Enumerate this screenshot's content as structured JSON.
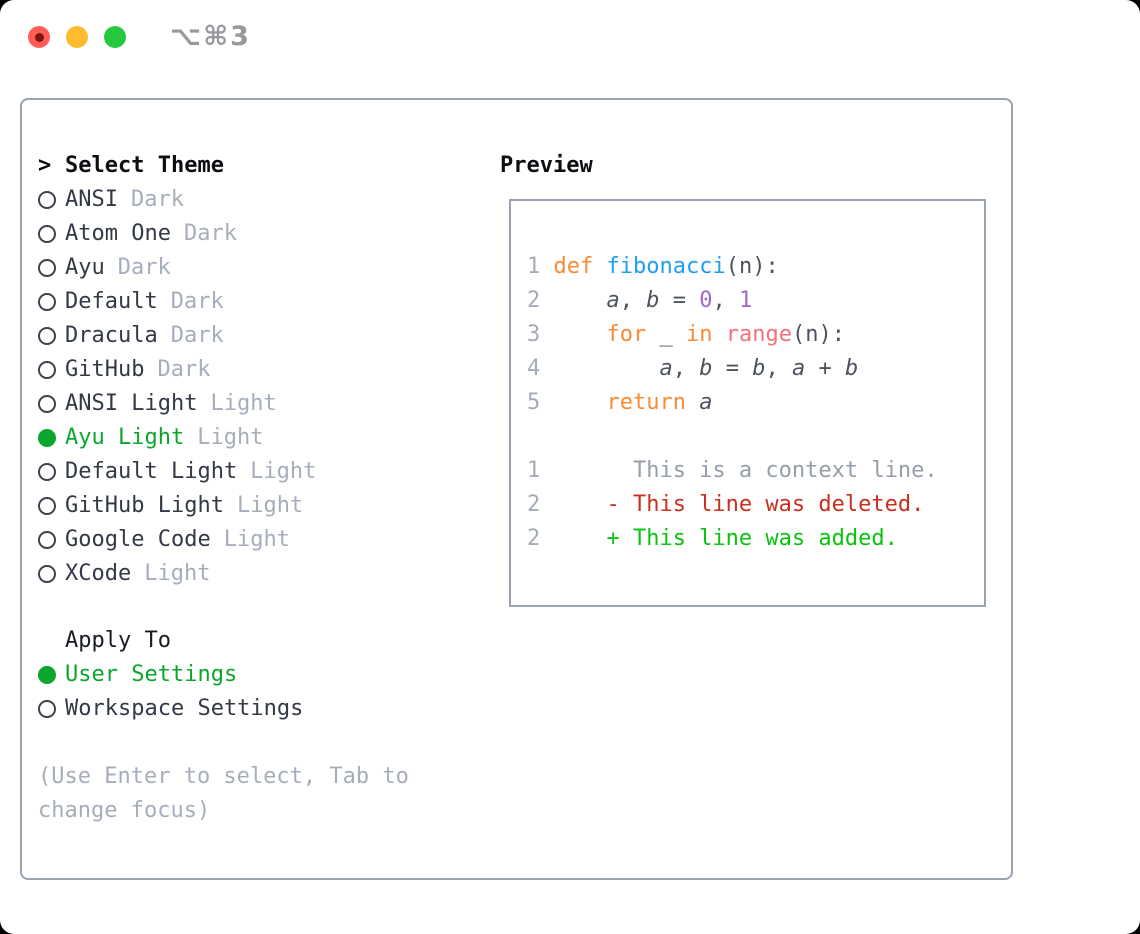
{
  "titlebar": {
    "shortcut": "⌥⌘3",
    "traffic_lights": [
      "close",
      "minimize",
      "zoom"
    ]
  },
  "palette": {
    "border_gray": "#9aa3b0",
    "selection_green": "#0ca62f",
    "diff_added_green": "#09c30f",
    "diff_deleted_red": "#c9301f",
    "keyword_orange": "#fa8b35",
    "function_blue": "#1da0f2",
    "builtin_coral": "#f3717b",
    "number_purple": "#a266d2",
    "code_foreground": "#4e545e",
    "muted_gray": "#a6aebb",
    "line_number_gray": "#a4acb8",
    "traffic_red": "#ff5d55",
    "traffic_yellow": "#febb2e",
    "traffic_green": "#27c83f"
  },
  "theme_panel": {
    "header": {
      "prefix": ">",
      "label": "Select Theme"
    },
    "items": [
      {
        "name": "ANSI",
        "variant": "Dark",
        "selected": false
      },
      {
        "name": "Atom One",
        "variant": "Dark",
        "selected": false
      },
      {
        "name": "Ayu",
        "variant": "Dark",
        "selected": false
      },
      {
        "name": "Default",
        "variant": "Dark",
        "selected": false
      },
      {
        "name": "Dracula",
        "variant": "Dark",
        "selected": false
      },
      {
        "name": "GitHub",
        "variant": "Dark",
        "selected": false
      },
      {
        "name": "ANSI Light",
        "variant": "Light",
        "selected": false
      },
      {
        "name": "Ayu Light",
        "variant": "Light",
        "selected": true
      },
      {
        "name": "Default Light",
        "variant": "Light",
        "selected": false
      },
      {
        "name": "GitHub Light",
        "variant": "Light",
        "selected": false
      },
      {
        "name": "Google Code",
        "variant": "Light",
        "selected": false
      },
      {
        "name": "XCode",
        "variant": "Light",
        "selected": false
      }
    ],
    "apply_to": {
      "header": "Apply To",
      "options": [
        {
          "label": "User Settings",
          "selected": true
        },
        {
          "label": "Workspace Settings",
          "selected": false
        }
      ]
    },
    "hint": "(Use Enter to select, Tab to change focus)"
  },
  "preview": {
    "title": "Preview",
    "code_lines": [
      {
        "num": "1",
        "segments": [
          {
            "t": "def",
            "s": "kw"
          },
          {
            "t": " ",
            "s": "fg"
          },
          {
            "t": "fibonacci",
            "s": "fn"
          },
          {
            "t": "(n):",
            "s": "fg"
          }
        ]
      },
      {
        "num": "2",
        "segments": [
          {
            "t": "    ",
            "s": "fg"
          },
          {
            "t": "a",
            "s": "it"
          },
          {
            "t": ", ",
            "s": "fg"
          },
          {
            "t": "b",
            "s": "it"
          },
          {
            "t": " = ",
            "s": "fg"
          },
          {
            "t": "0",
            "s": "nm"
          },
          {
            "t": ", ",
            "s": "fg"
          },
          {
            "t": "1",
            "s": "nm"
          }
        ]
      },
      {
        "num": "3",
        "segments": [
          {
            "t": "    ",
            "s": "fg"
          },
          {
            "t": "for",
            "s": "kw"
          },
          {
            "t": " _ ",
            "s": "fg"
          },
          {
            "t": "in",
            "s": "kw"
          },
          {
            "t": " ",
            "s": "fg"
          },
          {
            "t": "range",
            "s": "call"
          },
          {
            "t": "(n):",
            "s": "fg"
          }
        ]
      },
      {
        "num": "4",
        "segments": [
          {
            "t": "        ",
            "s": "fg"
          },
          {
            "t": "a",
            "s": "it"
          },
          {
            "t": ", ",
            "s": "fg"
          },
          {
            "t": "b",
            "s": "it"
          },
          {
            "t": " = ",
            "s": "fg"
          },
          {
            "t": "b",
            "s": "it"
          },
          {
            "t": ", ",
            "s": "fg"
          },
          {
            "t": "a",
            "s": "it"
          },
          {
            "t": " + ",
            "s": "fg"
          },
          {
            "t": "b",
            "s": "it"
          }
        ]
      },
      {
        "num": "5",
        "segments": [
          {
            "t": "    ",
            "s": "fg"
          },
          {
            "t": "return",
            "s": "kw"
          },
          {
            "t": " ",
            "s": "fg"
          },
          {
            "t": "a",
            "s": "it"
          }
        ]
      },
      {
        "num": "",
        "segments": []
      },
      {
        "num": "1",
        "segments": [
          {
            "t": "      This is a context line.",
            "s": "ctx"
          }
        ]
      },
      {
        "num": "2",
        "segments": [
          {
            "t": "    - This line was deleted.",
            "s": "del"
          }
        ]
      },
      {
        "num": "2",
        "segments": [
          {
            "t": "    + This line was added.",
            "s": "add"
          }
        ]
      }
    ]
  }
}
